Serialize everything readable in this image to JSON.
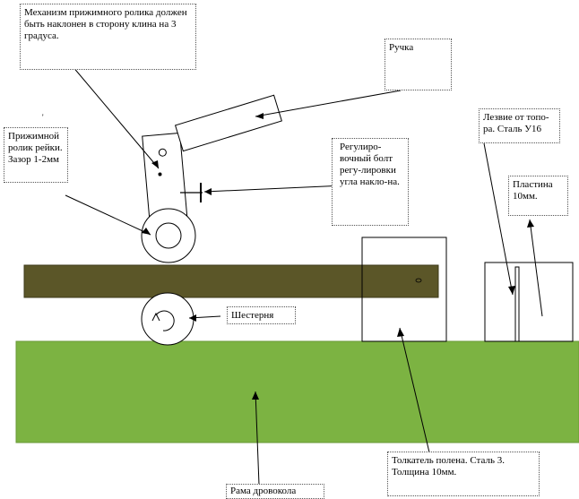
{
  "labels": {
    "mechanism_note": "Механизм прижимного ролика должен быть наклонен в сторону клина на 3 градуса.",
    "handle": "Ручка",
    "pressure_roller": "Прижимной ролик рейки. Зазор 1-2мм",
    "adjust_bolt": "Регулиро-вочный болт регу-лировки угла накло-на.",
    "axe_blade": "Лезвие от топо-ра. Сталь У16",
    "plate": "Пластина 10мм.",
    "gear": "Шестерня",
    "pusher": "Толкатель полена. Сталь 3. Толщина 10мм.",
    "frame": "Рама дровокола",
    "marker_left": "'"
  },
  "colors": {
    "frame_fill": "#7cb342",
    "rack_fill": "#5b5628",
    "line": "#000000",
    "callout_border": "#555555"
  }
}
